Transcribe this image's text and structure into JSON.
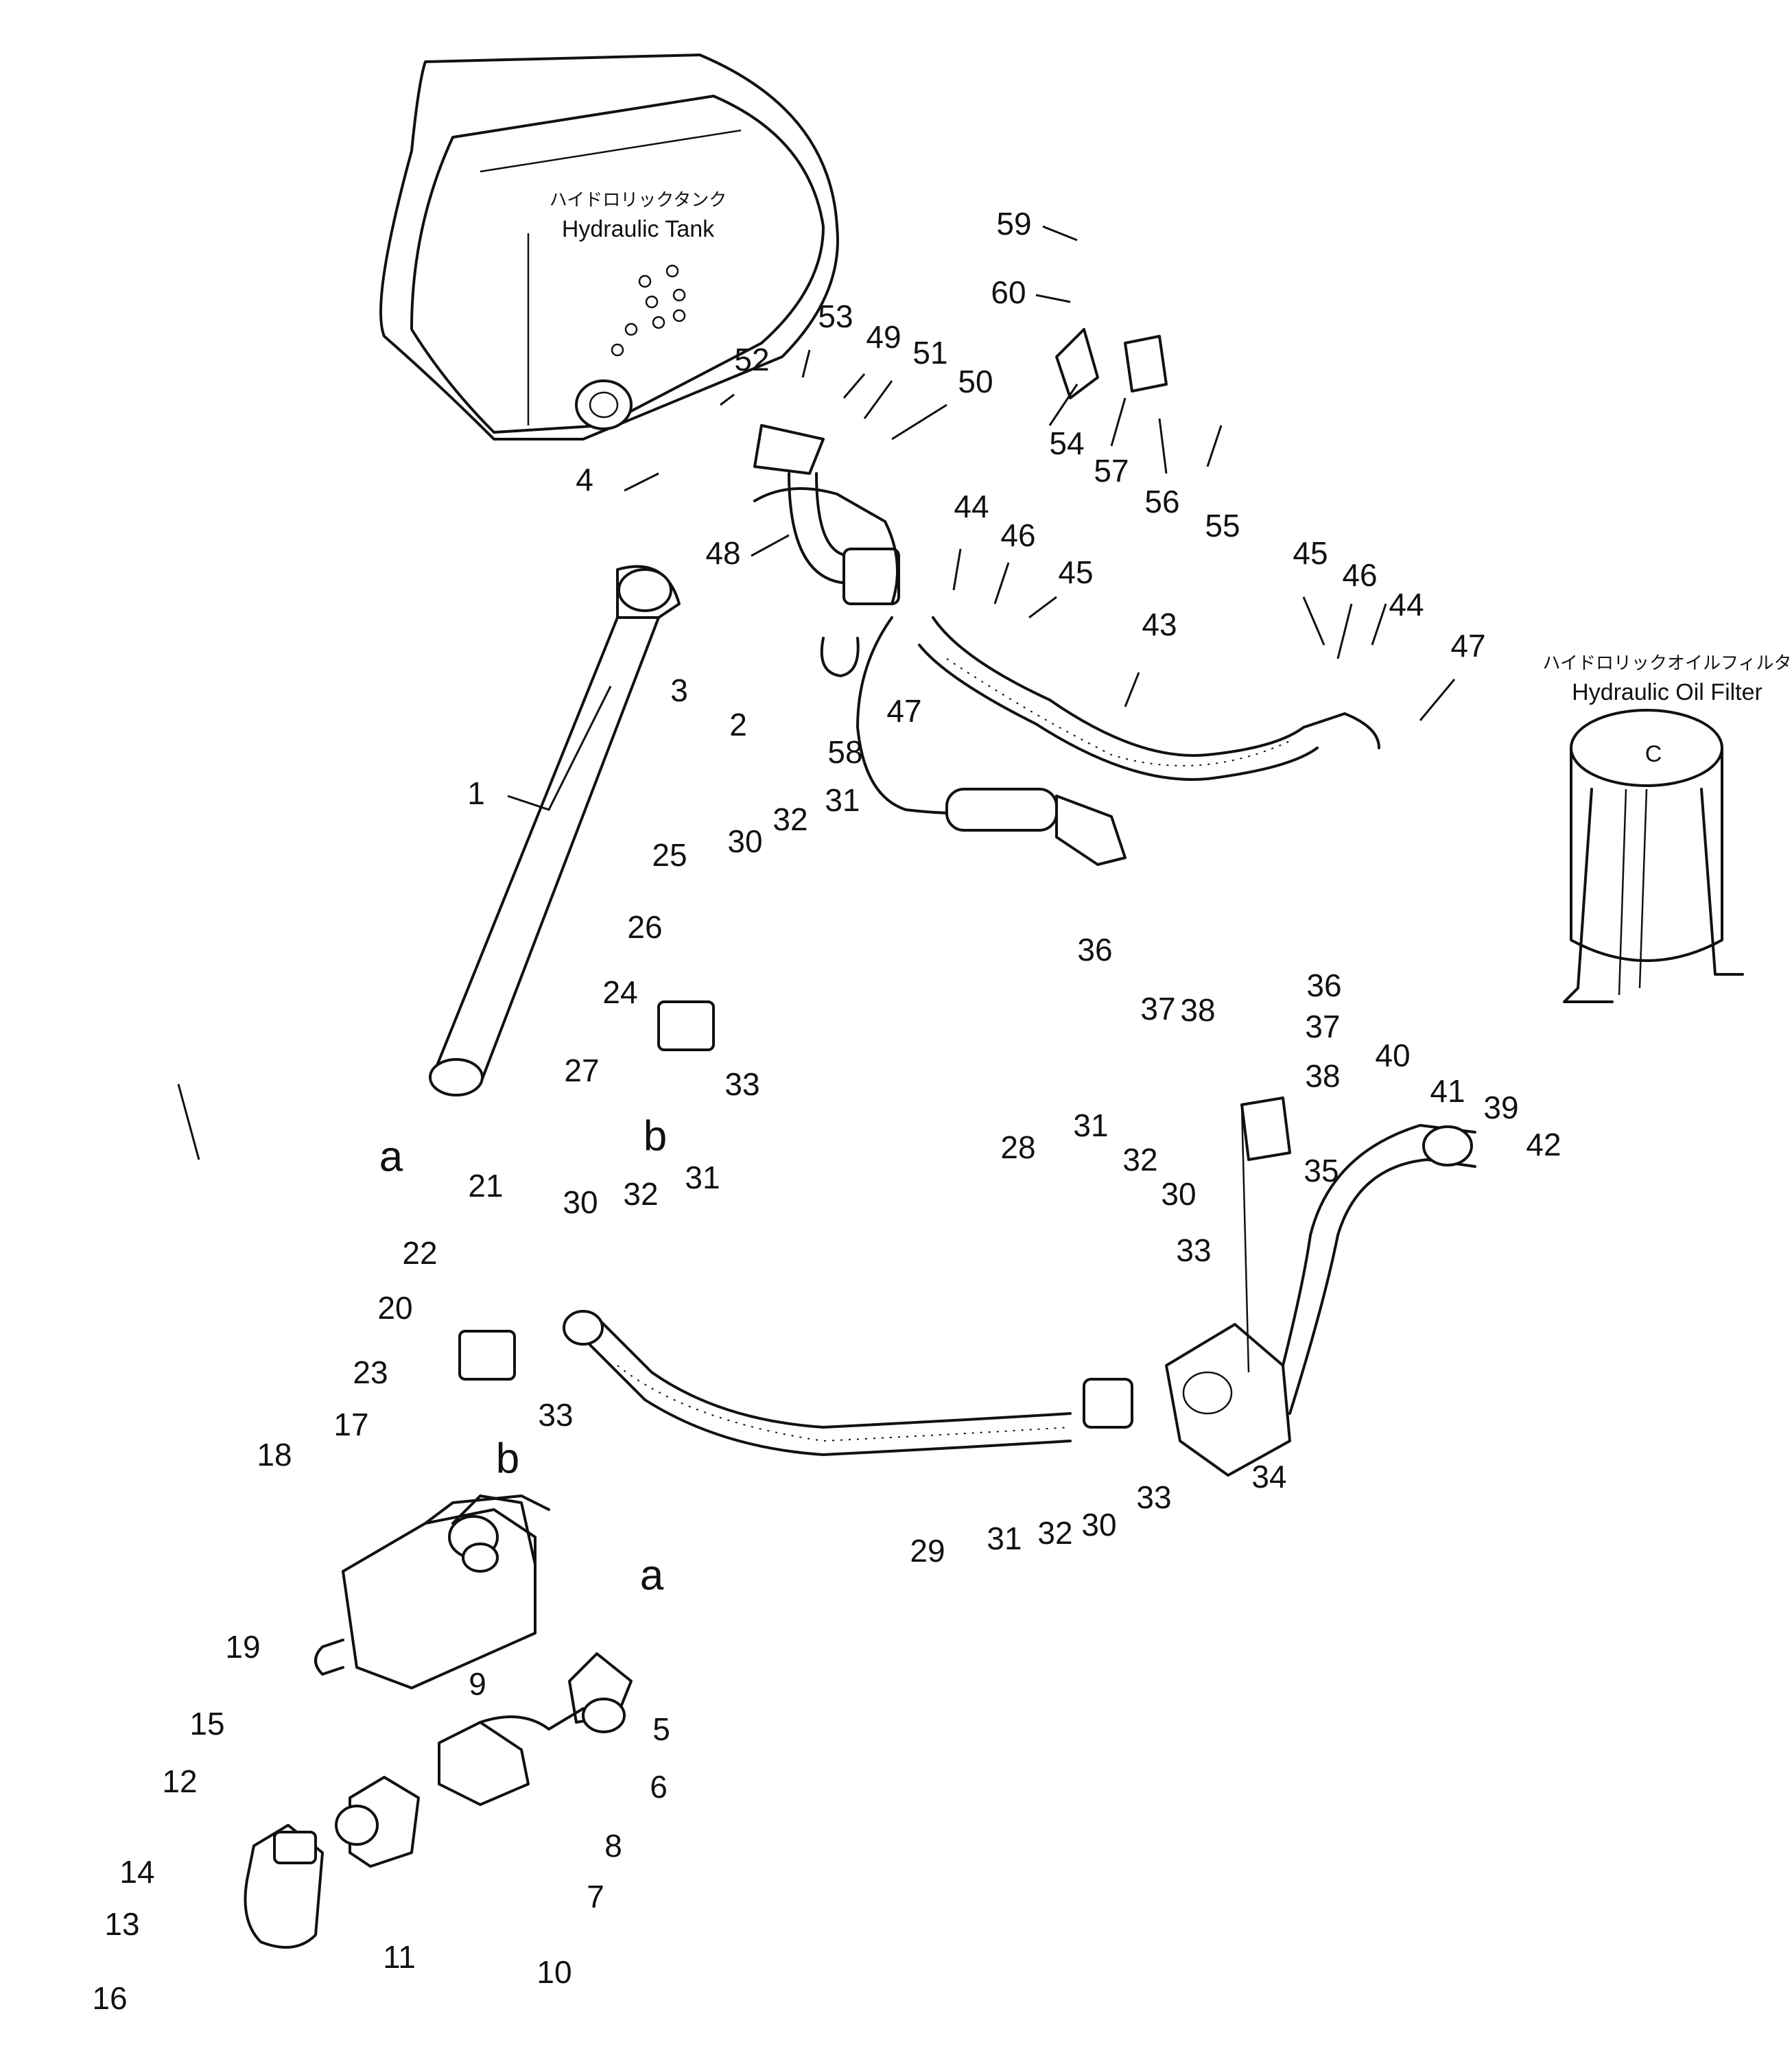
{
  "captions": {
    "tank_jp": "ハイドロリックタンク",
    "tank_en": "Hydraulic Tank",
    "filter_jp": "ハイドロリックオイルフィルタ",
    "filter_en": "Hydraulic Oil Filter"
  },
  "ref_letters": [
    "a",
    "b",
    "a",
    "b"
  ],
  "part_numbers": [
    "59",
    "60",
    "53",
    "49",
    "51",
    "50",
    "52",
    "54",
    "57",
    "56",
    "55",
    "4",
    "48",
    "44",
    "46",
    "45",
    "45",
    "46",
    "44",
    "43",
    "3",
    "2",
    "58",
    "47",
    "47",
    "1",
    "25",
    "30",
    "32",
    "31",
    "26",
    "24",
    "33",
    "27",
    "36",
    "37",
    "36",
    "37",
    "38",
    "38",
    "40",
    "41",
    "39",
    "42",
    "35",
    "28",
    "31",
    "32",
    "30",
    "33",
    "21",
    "30",
    "32",
    "31",
    "22",
    "20",
    "33",
    "23",
    "17",
    "18",
    "29",
    "31",
    "32",
    "30",
    "33",
    "34",
    "19",
    "9",
    "5",
    "15",
    "6",
    "12",
    "8",
    "14",
    "11",
    "7",
    "13",
    "10",
    "16"
  ]
}
